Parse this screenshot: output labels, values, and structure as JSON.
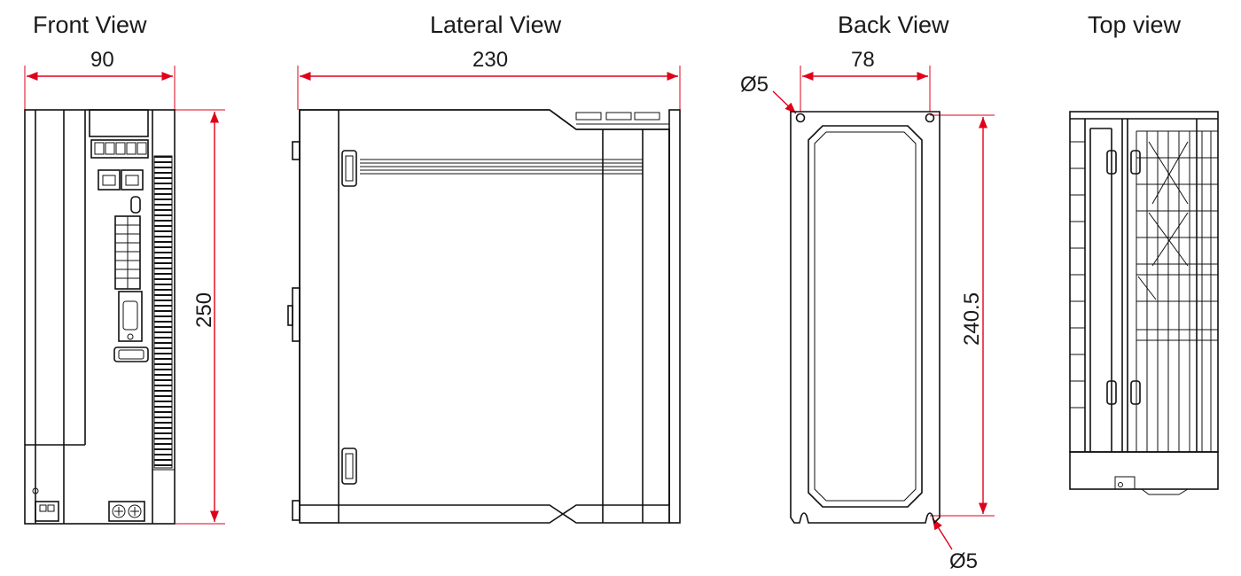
{
  "views": {
    "front": {
      "title": "Front View",
      "width": "90",
      "height": "250"
    },
    "lateral": {
      "title": "Lateral View",
      "depth": "230"
    },
    "back": {
      "title": "Back View",
      "hole_spacing": "78",
      "hole_top": "Ø5",
      "hole_height": "240.5",
      "hole_bottom": "Ø5"
    },
    "top": {
      "title": "Top view"
    }
  },
  "colors": {
    "dimension": "#e0001b",
    "outline": "#111111"
  }
}
